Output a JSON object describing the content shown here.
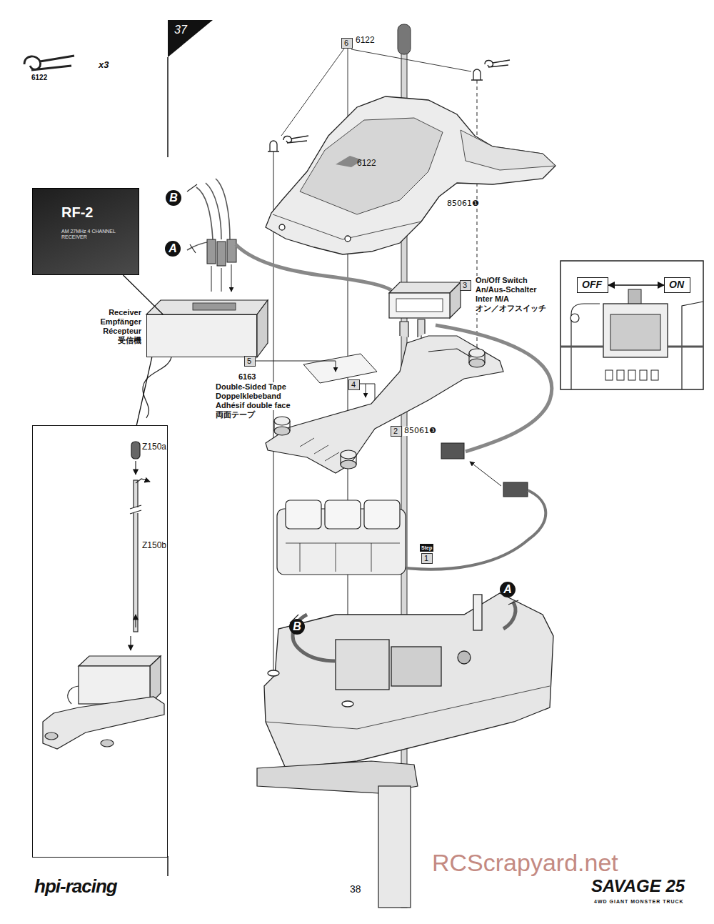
{
  "diagram": {
    "nodes": [
      {
        "text": [
          "RF-2",
          "AM 27MHz 4 CHANNEL RECEIVER"
        ]
      },
      {
        "text": [
          "Receiver",
          "Empfänger",
          "Récepteur",
          "受信機"
        ]
      },
      {
        "text": [
          "OFF"
        ]
      },
      {
        "text": [
          "ON"
        ]
      },
      {
        "text": [
          "Z150a",
          "Z150b"
        ]
      },
      {
        "text": [
          "6"
        ]
      },
      {
        "text": [
          "3"
        ]
      },
      {
        "text": [
          "5"
        ]
      },
      {
        "text": [
          "4"
        ]
      },
      {
        "text": [
          "2"
        ]
      },
      {
        "text": [
          "Step",
          "1"
        ]
      }
    ],
    "edges": [
      {
        "from": 0,
        "to": 1,
        "arrow": "none"
      },
      {
        "from": 2,
        "to": 3,
        "arrow": "both"
      },
      {
        "from": 4,
        "to": 1,
        "arrow": "none"
      }
    ],
    "labels": [
      "37",
      "6122",
      "x3",
      "6122",
      "6122",
      "85061❶",
      "B",
      "A",
      "On/Off Switch",
      "An/Aus-Schalter",
      "Inter M/A",
      "オン／オフスイッチ",
      "6163",
      "Double-Sided Tape",
      "Doppelklebeband",
      "Adhésif double face",
      "両面テープ",
      "85061❸",
      "A",
      "B",
      "hpi-racing",
      "38",
      "SAVAGE 25",
      "4WD GIANT MONSTER TRUCK",
      "RCScrapyard.net"
    ]
  }
}
